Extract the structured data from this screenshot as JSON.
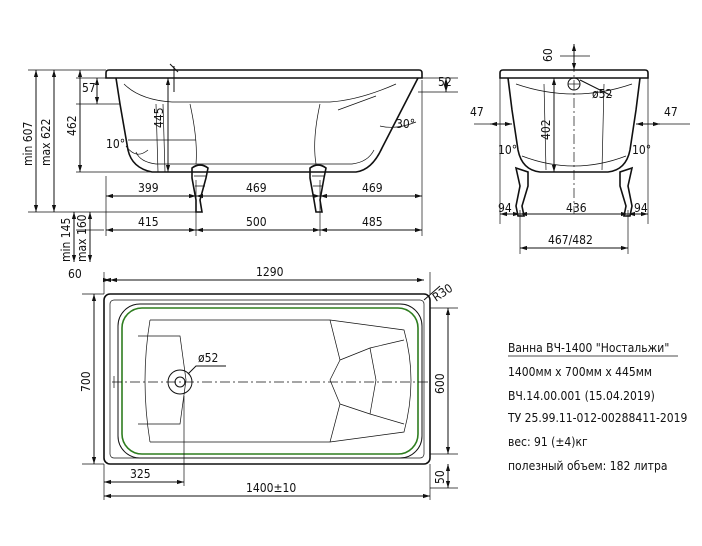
{
  "side_view": {
    "dims": {
      "d57": "57",
      "d52": "52",
      "d445": "445",
      "d10deg": "10°",
      "d30deg": "30°",
      "d399": "399",
      "d469a": "469",
      "d469b": "469",
      "d415": "415",
      "d500": "500",
      "d485": "485",
      "min607": "min 607",
      "max622": "max 622",
      "d462": "462",
      "min145": "min 145",
      "max160": "max 160"
    }
  },
  "end_view": {
    "dims": {
      "d60": "60",
      "dia52": "ø52",
      "d47l": "47",
      "d47r": "47",
      "d402": "402",
      "d10l": "10°",
      "d10r": "10°",
      "d94l": "94",
      "d436": "436",
      "d94r": "94",
      "d467": "467/482"
    }
  },
  "plan_view": {
    "dims": {
      "d60": "60",
      "d1290": "1290",
      "r30": "R30",
      "dia52": "ø52",
      "d700": "700",
      "d600": "600",
      "d325": "325",
      "d1400": "1400±10",
      "d50": "50"
    }
  },
  "spec": {
    "title": "Ванна ВЧ-1400 \"Ностальжи\"",
    "size": "1400мм х 700мм х 445мм",
    "code": "ВЧ.14.00.001 (15.04.2019)",
    "tu": "ТУ 25.99.11-012-00288411-2019",
    "weight": "вес: 91 (±4)кг",
    "volume": "полезный объем: 182 литра"
  }
}
